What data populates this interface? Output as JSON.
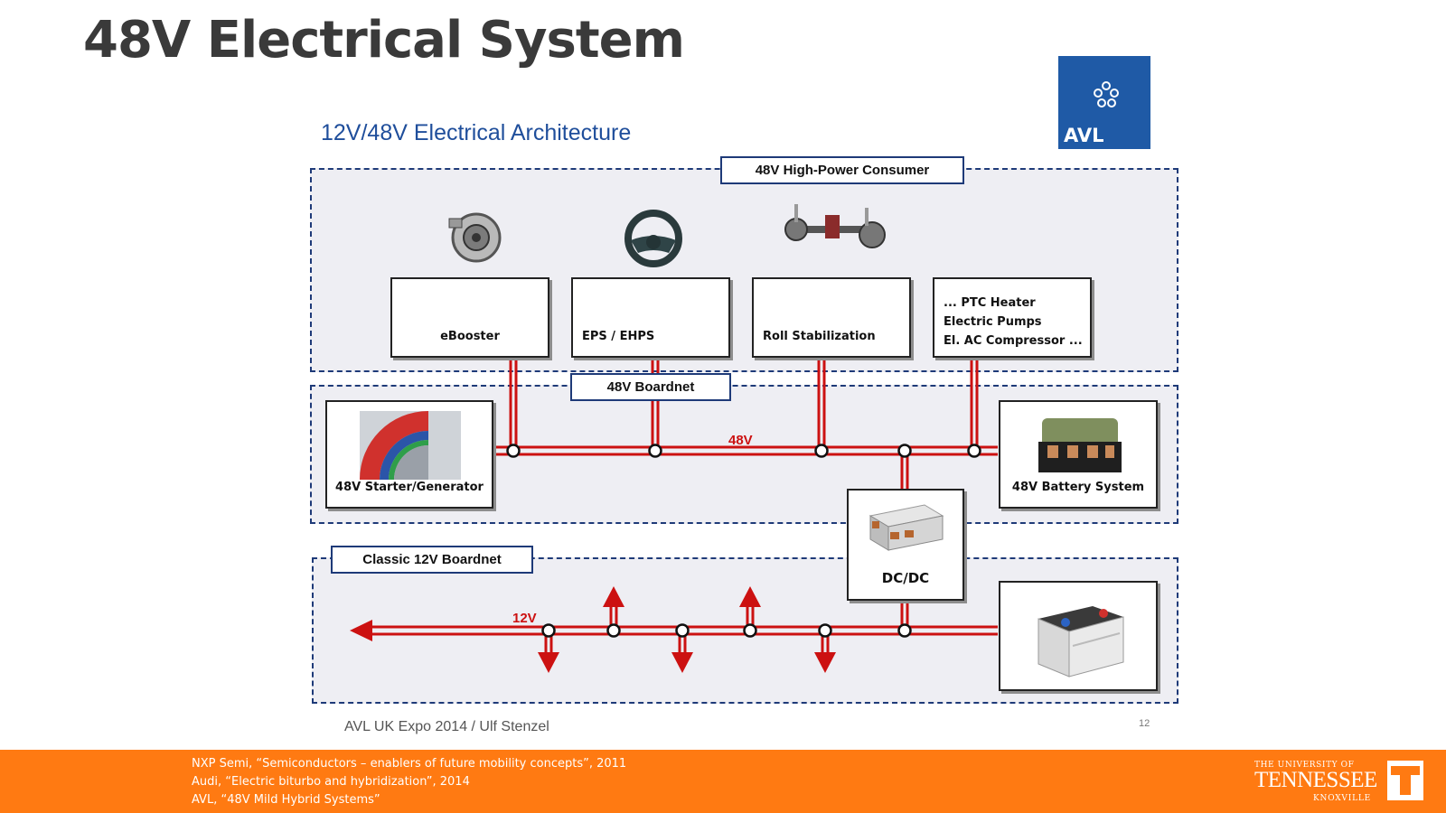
{
  "slide": {
    "title": "48V Electrical System",
    "subtitle": "12V/48V Electrical Architecture",
    "footer_note": "AVL UK Expo 2014 / Ulf Stenzel",
    "page_number": "12"
  },
  "logo": {
    "text": "AVL",
    "color": "#1f5aa6"
  },
  "zones": {
    "high_power": "48V High-Power Consumer",
    "boardnet_48": "48V Boardnet",
    "boardnet_12": "Classic 12V Boardnet"
  },
  "consumers": [
    {
      "label": "eBooster",
      "icon": "turbocharger-icon"
    },
    {
      "label": "EPS / EHPS",
      "icon": "steering-wheel-icon"
    },
    {
      "label": "Roll Stabilization",
      "icon": "axle-icon"
    }
  ],
  "other_consumers": [
    "... PTC Heater",
    "Electric Pumps",
    "El. AC Compressor ..."
  ],
  "components": {
    "starter_generator": "48V Starter/Generator",
    "battery_48": "48V Battery System",
    "dcdc": "DC/DC",
    "battery_12": ""
  },
  "wires": {
    "v48": "48V",
    "v12": "12V",
    "wire_color": "#cc1111"
  },
  "citations": [
    "NXP Semi, “Semiconductors – enablers of future mobility concepts”, 2011",
    "Audi, “Electric biturbo and hybridization”, 2014",
    "AVL, “48V Mild Hybrid Systems”"
  ],
  "university": {
    "line1": "THE UNIVERSITY OF",
    "line2": "TENNESSEE",
    "line3": "KNOXVILLE"
  },
  "colors": {
    "accent_orange": "#ff7a12",
    "zone_border": "#1e3a78",
    "title_blue": "#1f4e9b"
  }
}
